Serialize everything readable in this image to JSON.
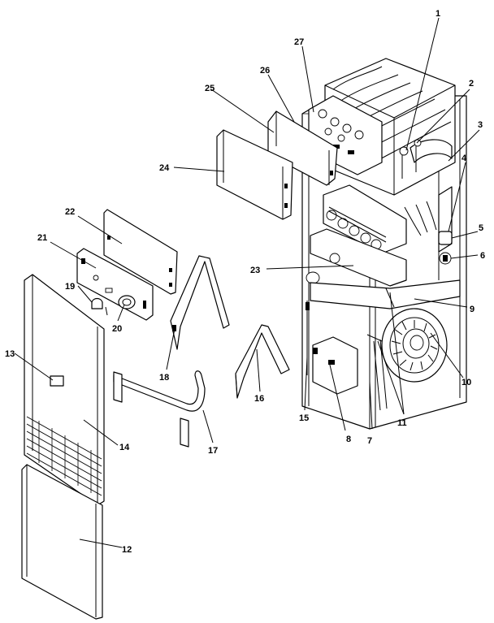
{
  "diagram": {
    "callouts": [
      {
        "id": "1",
        "text": "1"
      },
      {
        "id": "2",
        "text": "2"
      },
      {
        "id": "3",
        "text": "3"
      },
      {
        "id": "4",
        "text": "4"
      },
      {
        "id": "5",
        "text": "5"
      },
      {
        "id": "6",
        "text": "6"
      },
      {
        "id": "7",
        "text": "7"
      },
      {
        "id": "8",
        "text": "8"
      },
      {
        "id": "9",
        "text": "9"
      },
      {
        "id": "10",
        "text": "10"
      },
      {
        "id": "11",
        "text": "11"
      },
      {
        "id": "12",
        "text": "12"
      },
      {
        "id": "13",
        "text": "13"
      },
      {
        "id": "14",
        "text": "14"
      },
      {
        "id": "15",
        "text": "15"
      },
      {
        "id": "16",
        "text": "16"
      },
      {
        "id": "17",
        "text": "17"
      },
      {
        "id": "18",
        "text": "18"
      },
      {
        "id": "19",
        "text": "19"
      },
      {
        "id": "20",
        "text": "20"
      },
      {
        "id": "21",
        "text": "21"
      },
      {
        "id": "22",
        "text": "22"
      },
      {
        "id": "23",
        "text": "23"
      },
      {
        "id": "24",
        "text": "24"
      },
      {
        "id": "25",
        "text": "25"
      },
      {
        "id": "26",
        "text": "26"
      },
      {
        "id": "27",
        "text": "27"
      }
    ]
  }
}
